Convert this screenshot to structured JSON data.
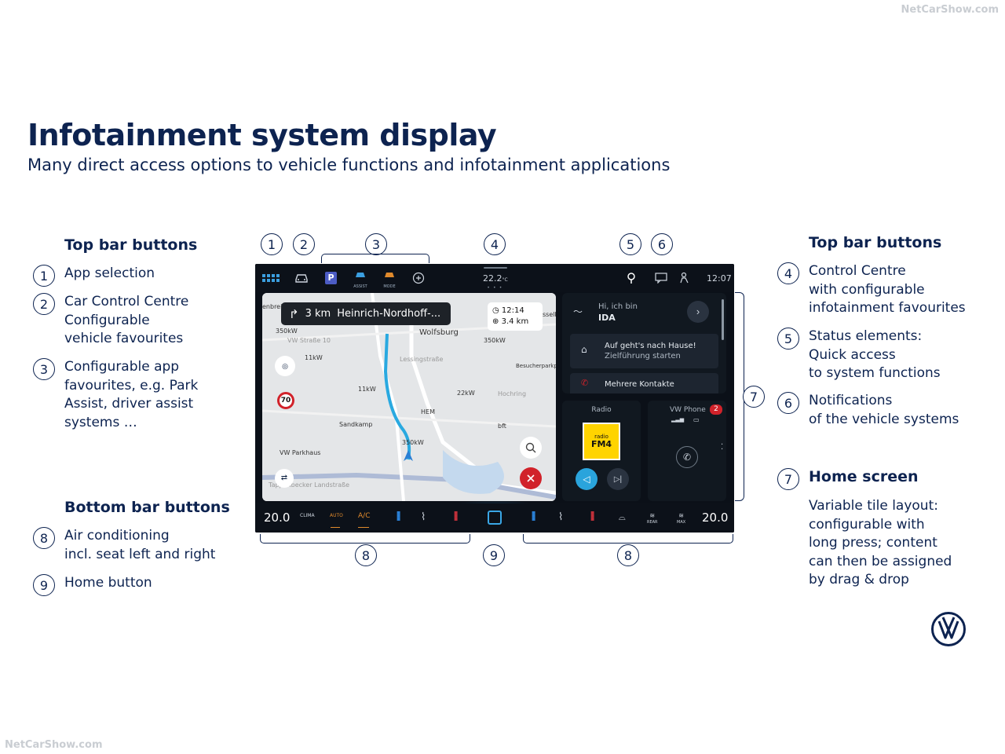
{
  "watermark": "NetCarShow.com",
  "title": "Infotainment system display",
  "subtitle": "Many direct access options to vehicle functions and infotainment applications",
  "left": {
    "top_heading": "Top bar buttons",
    "top_items": [
      {
        "num": "1",
        "text": "App selection"
      },
      {
        "num": "2",
        "text": "Car Control Centre\nConfigurable\nvehicle favourites"
      },
      {
        "num": "3",
        "text": "Configurable app\nfavourites, e.g. Park\nAssist, driver assist\nsystems …"
      }
    ],
    "bottom_heading": "Bottom bar buttons",
    "bottom_items": [
      {
        "num": "8",
        "text": "Air conditioning\nincl. seat left and right"
      },
      {
        "num": "9",
        "text": "Home button"
      }
    ]
  },
  "right": {
    "top_heading": "Top bar buttons",
    "items": [
      {
        "num": "4",
        "text": "Control Centre\nwith configurable\ninfotainment favourites"
      },
      {
        "num": "5",
        "text": "Status elements:\nQuick access\nto system functions"
      },
      {
        "num": "6",
        "text": "Notifications\nof the vehicle systems"
      }
    ],
    "home_num": "7",
    "home_heading": "Home screen",
    "home_text": "Variable tile layout:\nconfigurable with\nlong press; content\ncan then be assigned\nby drag & drop"
  },
  "callouts": {
    "c1": "1",
    "c2": "2",
    "c3": "3",
    "c4": "4",
    "c5": "5",
    "c6": "6",
    "c7": "7",
    "c8a": "8",
    "c9": "9",
    "c8b": "8"
  },
  "screen": {
    "topbar": {
      "temp": "22.2",
      "temp_unit": "°C",
      "time": "12:07",
      "fav_p": "P",
      "fav_assist": "ASSIST",
      "fav_mode": "MODE"
    },
    "map": {
      "distance": "3 km",
      "street": "Heinrich-Nordhoff-...",
      "eta_time": "12:14",
      "eta_dist": "3.4 km",
      "labels": [
        "Wolfsburg",
        "350kW",
        "11kW",
        "11kW",
        "22kW",
        "350kW",
        "350kW",
        "HEM",
        "Sandkamp",
        "VW Parkhaus",
        "Besucherparkplatz",
        "Lessingstraße",
        "bft",
        "Hochring",
        "VW Straße 10",
        "Tappenbecker Landstraße",
        "enbrei",
        "sselb"
      ],
      "speed_limit": "70"
    },
    "tiles": {
      "ida_greeting": "Hi, ich bin",
      "ida_name": "IDA",
      "nav_suggestion_title": "Auf geht's nach Hause!",
      "nav_suggestion_sub": "Zielführung starten",
      "contacts": "Mehrere Kontakte",
      "radio_label": "Radio",
      "station_name": "radio",
      "station_brand": "FM4",
      "phone_label": "VW Phone",
      "phone_badge": "2"
    },
    "bottombar": {
      "temp_left": "20.0",
      "clima": "CLIMA",
      "auto": "AUTO",
      "ac": "A/C",
      "rear": "REAR",
      "max": "MAX",
      "temp_right": "20.0"
    }
  },
  "colors": {
    "navy": "#0d2350",
    "accent_blue": "#2aa4dc",
    "orange": "#e08a2c",
    "red": "#d1222a",
    "fm4_yellow": "#ffd400"
  }
}
